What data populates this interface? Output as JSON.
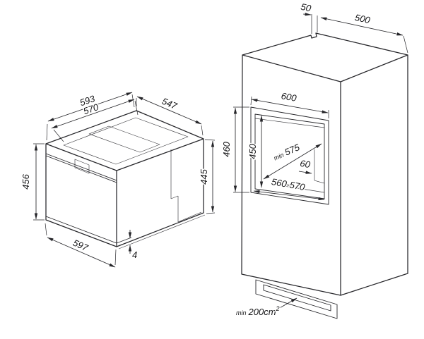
{
  "oven_view": {
    "top_width_outer": "593",
    "top_width_inner": "570",
    "top_depth": "547",
    "front_height": "456",
    "side_height": "445",
    "bottom_width": "597",
    "door_protrusion": "4"
  },
  "cabinet_view": {
    "top_setback": "50",
    "top_depth": "500",
    "niche_width_top": "600",
    "niche_height_outer": "460",
    "niche_height_inner": "450",
    "niche_depth_min_prefix": "min",
    "niche_depth": "575",
    "niche_rear_gap": "60",
    "niche_width_bottom": "560-570",
    "vent_min_prefix": "min",
    "vent_area": "200cm",
    "vent_area_exponent": "2"
  }
}
